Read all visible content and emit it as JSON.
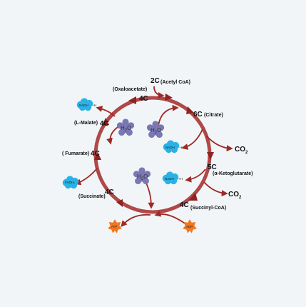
{
  "cycle": {
    "acetyl": {
      "num": "2C",
      "name": "(Acetyl CoA)"
    },
    "citrate": {
      "num": "6C",
      "name": "(Citrate)"
    },
    "ketoglutarate": {
      "num": "5C",
      "name": "(α-Ketoglutarate)"
    },
    "succinyl": {
      "num": "4C",
      "name": "(Succinyl-CoA)"
    },
    "succinate": {
      "num": "4C",
      "name": "(Succinate)"
    },
    "fumarate": {
      "num": "4C",
      "name": "( Fumarate)"
    },
    "malate": {
      "num": "4C",
      "name": "(L-Malate)"
    },
    "oxaloacetate": {
      "num": "4C",
      "name": "(Oxaloacetate)"
    }
  },
  "molecules": {
    "co2_1": {
      "main": "CO",
      "sub": "2"
    },
    "co2_2": {
      "main": "CO",
      "sub": "2"
    },
    "h2o_1": {
      "main": "H",
      "sub": "2",
      "tail": "O"
    },
    "h2o_2": {
      "main": "H",
      "sub": "2",
      "tail": "O"
    },
    "h2o_3": {
      "main": "H",
      "sub": "2",
      "tail": "O"
    },
    "nadh_1": {
      "label": "NADH",
      "plus": "+H"
    },
    "nadh_2": {
      "label": "NADH",
      "plus": "+H"
    },
    "nadh_3": {
      "label": "NADH",
      "plus": "+H"
    },
    "fadh2": {
      "label": "FADH₂"
    },
    "atp": {
      "label": "ATP"
    },
    "adp": {
      "label": "ADP"
    }
  },
  "colors": {
    "ring": "#b04848",
    "arrow": "#9e2a24",
    "nadh": "#2ab2e6",
    "h2o": "#7a78b4",
    "atp": "#f07822",
    "background": "#f1f5f8"
  }
}
